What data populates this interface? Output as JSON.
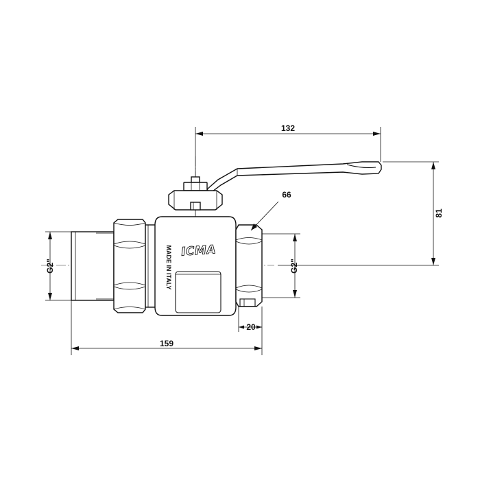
{
  "dimensions": {
    "lever_length": "132",
    "height": "81",
    "hex_size": "66",
    "thread_left": "G2\"",
    "thread_right": "G2\"",
    "thread_depth": "20",
    "overall_length": "159"
  },
  "body_markings": {
    "logo": "ICMA",
    "origin": "MADE IN ITALY"
  },
  "colors": {
    "line": "#111111",
    "background": "#ffffff"
  }
}
